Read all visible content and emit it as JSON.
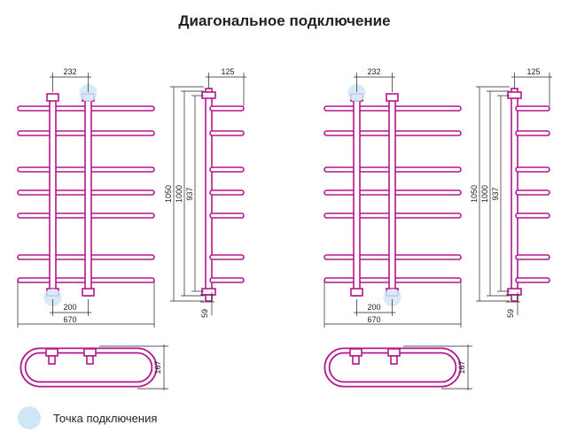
{
  "title": "Диагональное подключение",
  "colors": {
    "pipe": "#b5168e",
    "pipe_inner": "#ffffff",
    "dimension_line": "#222222",
    "connection_point": "#cfe6f6"
  },
  "legend": {
    "label": "Точка подключения",
    "icon": "connection-point-circle"
  },
  "variants": [
    {
      "name": "variant-left",
      "dims": {
        "top_width": "232",
        "bottom_spacing": "200",
        "total_width": "670",
        "side_depth": "125",
        "height_outer": "1050",
        "height_mid": "1000",
        "height_inner": "937",
        "bottom_offset": "59",
        "plan_depth": "167"
      }
    },
    {
      "name": "variant-right",
      "dims": {
        "top_width": "232",
        "bottom_spacing": "200",
        "total_width": "670",
        "side_depth": "125",
        "height_outer": "1050",
        "height_mid": "1000",
        "height_inner": "937",
        "bottom_offset": "59",
        "plan_depth": "167"
      }
    }
  ]
}
